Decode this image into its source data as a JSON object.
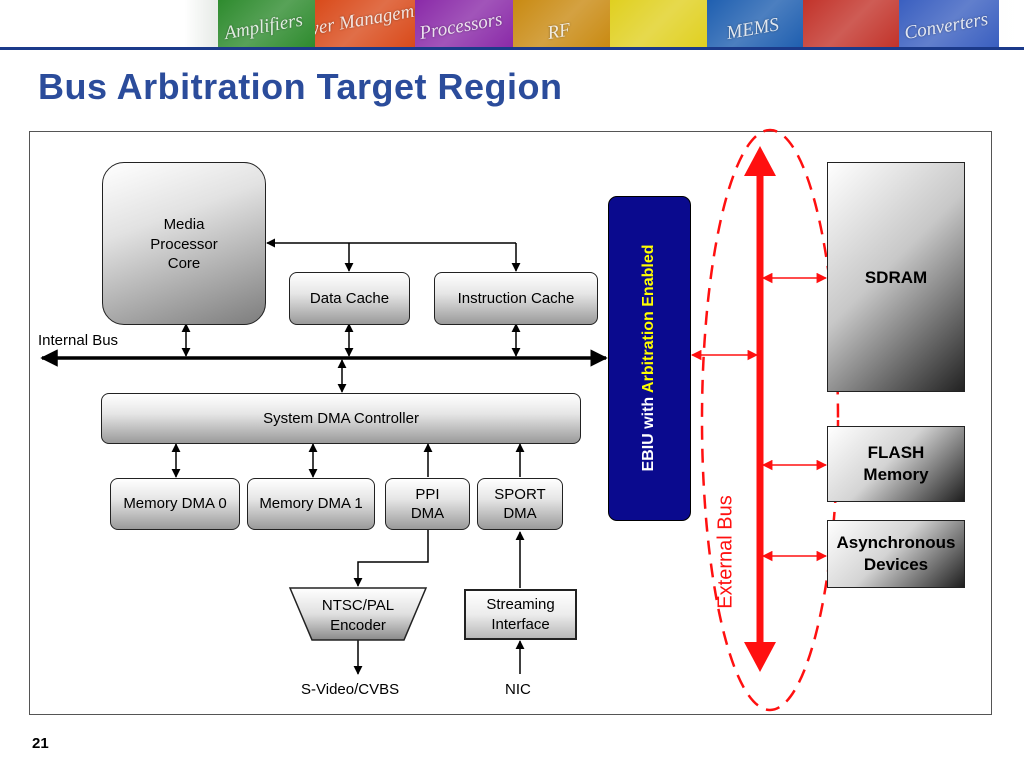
{
  "slide": {
    "title": "Bus Arbitration Target Region",
    "page_number": "21",
    "banner_tiles": [
      {
        "label": "Amplifiers",
        "color": "#2e8b2e"
      },
      {
        "label": "Power Management",
        "color": "#d94a1a"
      },
      {
        "label": "Processors",
        "color": "#8a2aa8"
      },
      {
        "label": "RF",
        "color": "#c98a12"
      },
      {
        "label": "",
        "color": "#e0d020"
      },
      {
        "label": "MEMS",
        "color": "#1f5fb0"
      },
      {
        "label": "",
        "color": "#c2332a"
      },
      {
        "label": "Converters",
        "color": "#3a5fc0"
      }
    ]
  },
  "diagram": {
    "core": "Media Processor Core",
    "data_cache": "Data Cache",
    "instruction_cache": "Instruction Cache",
    "internal_bus": "Internal Bus",
    "system_dma": "System DMA Controller",
    "memory_dma_0": "Memory DMA 0",
    "memory_dma_1": "Memory DMA 1",
    "ppi_dma": "PPI DMA",
    "sport_dma": "SPORT DMA",
    "encoder": "NTSC/PAL Encoder",
    "streaming_interface": "Streaming Interface",
    "svideo": "S-Video/CVBS",
    "nic": "NIC",
    "ebiu_prefix": "EBIU with",
    "ebiu_accent": "Arbitration Enabled",
    "external_bus": "External Bus",
    "sdram": "SDRAM",
    "flash": "FLASH Memory",
    "async": "Asynchronous Devices"
  },
  "colors": {
    "title": "#2b4c9b",
    "ebiu_fill": "#0a0a8e",
    "ebiu_accent": "#ffff00",
    "external_bus": "#ff1010"
  }
}
